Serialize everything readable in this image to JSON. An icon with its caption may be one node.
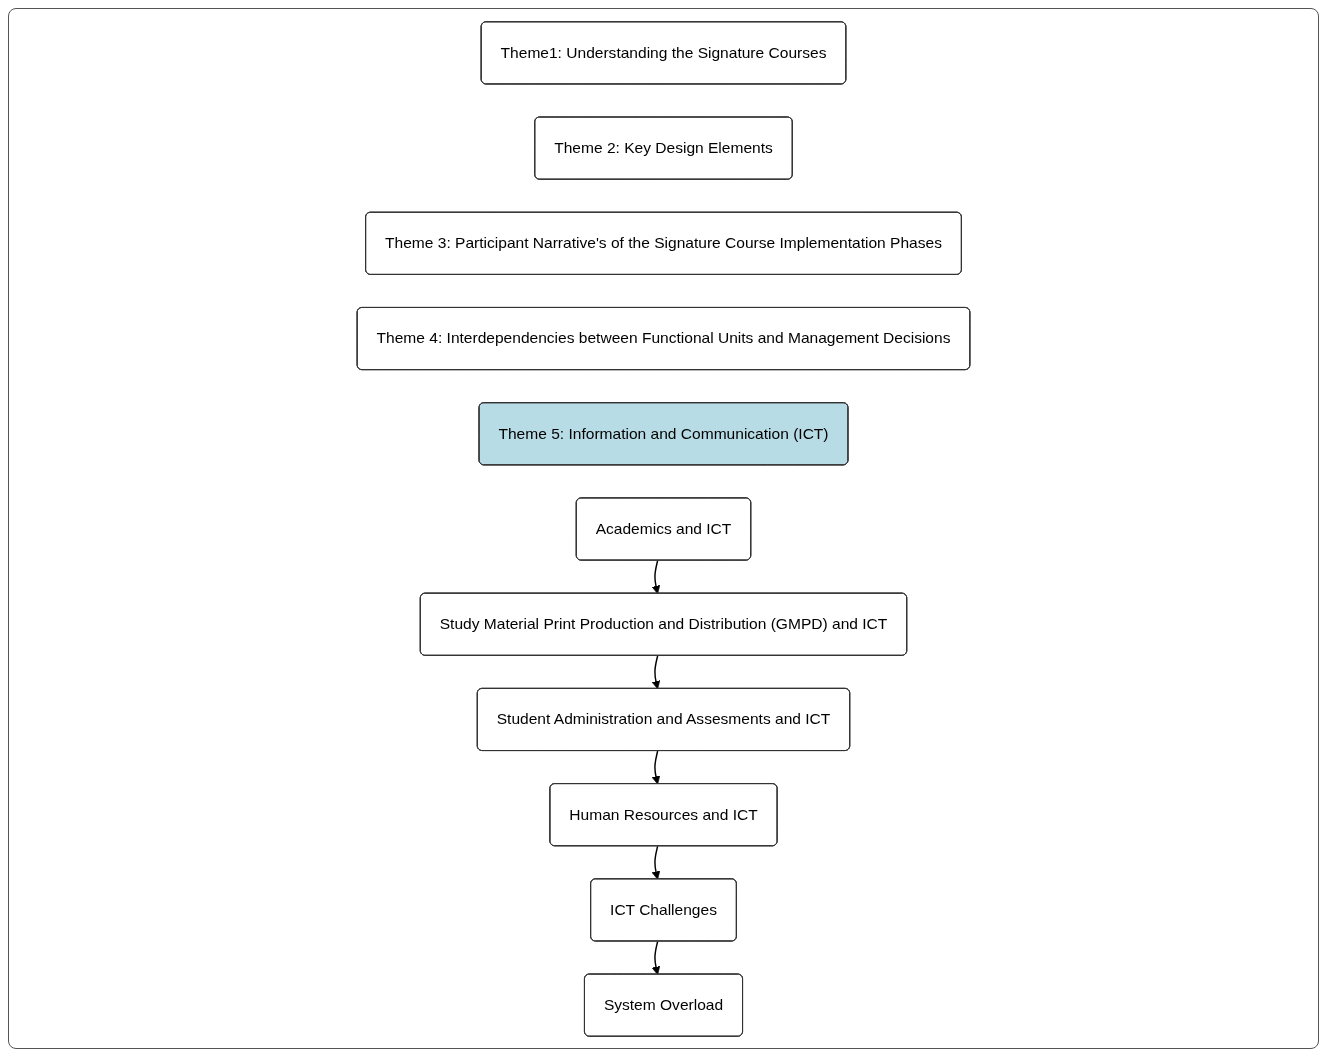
{
  "diagram": {
    "nodes": [
      {
        "text": [
          "Theme1: Understanding the Signature Courses"
        ]
      },
      {
        "text": [
          "Theme 2: Key Design Elements"
        ]
      },
      {
        "text": [
          "Theme 3: Participant Narrative's of the Signature Course Implementation Phases"
        ]
      },
      {
        "text": [
          "Theme 4: Interdependencies between Functional Units and Management Decisions"
        ]
      },
      {
        "text": [
          "Theme 5: Information and Communication (ICT)"
        ]
      },
      {
        "text": [
          "Academics and ICT"
        ]
      },
      {
        "text": [
          "Study Material Print Production and Distribution (GMPD) and ICT"
        ]
      },
      {
        "text": [
          "Student Administration and Assesments and ICT"
        ]
      },
      {
        "text": [
          "Human Resources and ICT"
        ]
      },
      {
        "text": [
          "ICT Challenges"
        ]
      },
      {
        "text": [
          "System Overload"
        ]
      }
    ],
    "edges": [
      {
        "from": 5,
        "to": 6,
        "arrow": "to"
      },
      {
        "from": 6,
        "to": 7,
        "arrow": "to"
      },
      {
        "from": 7,
        "to": 8,
        "arrow": "to"
      },
      {
        "from": 8,
        "to": 9,
        "arrow": "to"
      },
      {
        "from": 9,
        "to": 10,
        "arrow": "to"
      }
    ]
  }
}
